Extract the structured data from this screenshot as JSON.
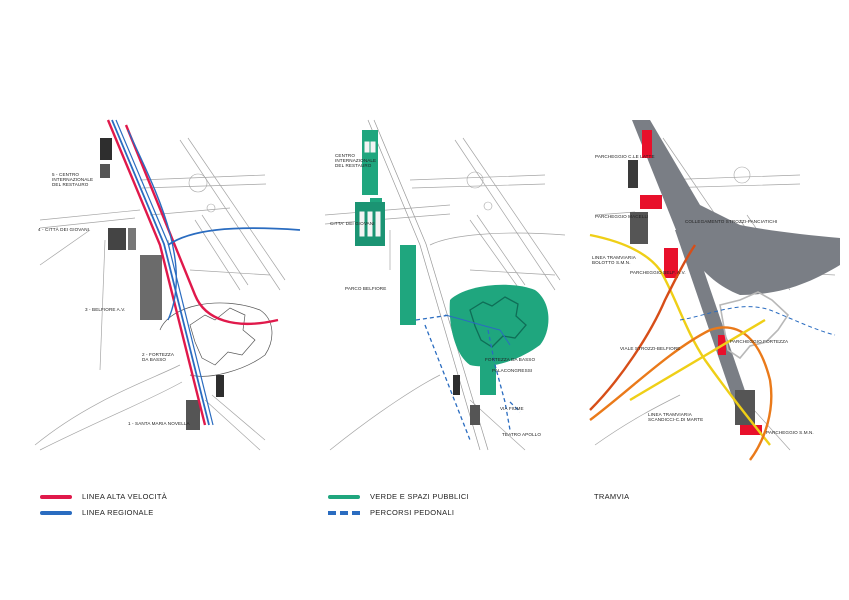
{
  "colors": {
    "high_speed": "#e0194b",
    "regional": "#2a6cc0",
    "green": "#1fa67e",
    "green_dark": "#0f6e57",
    "pedestrian": "#2a6cc0",
    "parking": "#e8102b",
    "rail_grey": "#7a7e85",
    "tram_yellow": "#efcf17",
    "tram_orange": "#ea7a1a",
    "tram_deep": "#d74e18",
    "street": "#9a9a9a",
    "building": "#3a3a3a"
  },
  "panel1": {
    "labels": [
      "5 - CENTRO\nINTERNAZIONALE\nDEL RESTAURO",
      "4 - CITTÀ DEI GIOVANI",
      "3 - BELFIORE A.V.",
      "2 - FORTEZZA\nDA BASSO",
      "1 - SANTA MARIA NOVELLA"
    ]
  },
  "panel2": {
    "labels": [
      "CENTRO\nINTERNAZIONALE\nDEL RESTAURO",
      "CITTA' DEI GIOVANI",
      "PARCO BELFIORE",
      "FORTEZZA DA BASSO",
      "PALACONGRESSI",
      "VIA FIUME",
      "TEATRO APOLLO"
    ]
  },
  "panel3": {
    "labels": [
      "PARCHEGGIO C.LE LATTE",
      "PARCHEGGIO MACELLI",
      "COLLEGAMENTO STROZZI-PANCIATICHI",
      "LINEA TRAMVIARIA\nBOLOTTO S.M.N.",
      "PARCHEGGIO BELF. A.V.",
      "VIALE STROZZI-BELFIORE",
      "PARCHEGGIO FORTEZZA",
      "LINEA TRAMVIARIA\nSCANDICCI-C.DI MARTE",
      "PARCHEGGIO S.M.N."
    ]
  },
  "legend": [
    {
      "text": "LINEA ALTA VELOCITÀ",
      "color": "#e0194b",
      "style": "solid"
    },
    {
      "text": "LINEA REGIONALE",
      "color": "#2a6cc0",
      "style": "solid"
    },
    {
      "text": "VERDE E SPAZI PUBBLICI",
      "color": "#1fa67e",
      "style": "solid"
    },
    {
      "text": "PERCORSI PEDONALI",
      "color": "#2a6cc0",
      "style": "dashed"
    },
    {
      "text": "TRAMVIA",
      "color": "",
      "style": "none"
    }
  ]
}
